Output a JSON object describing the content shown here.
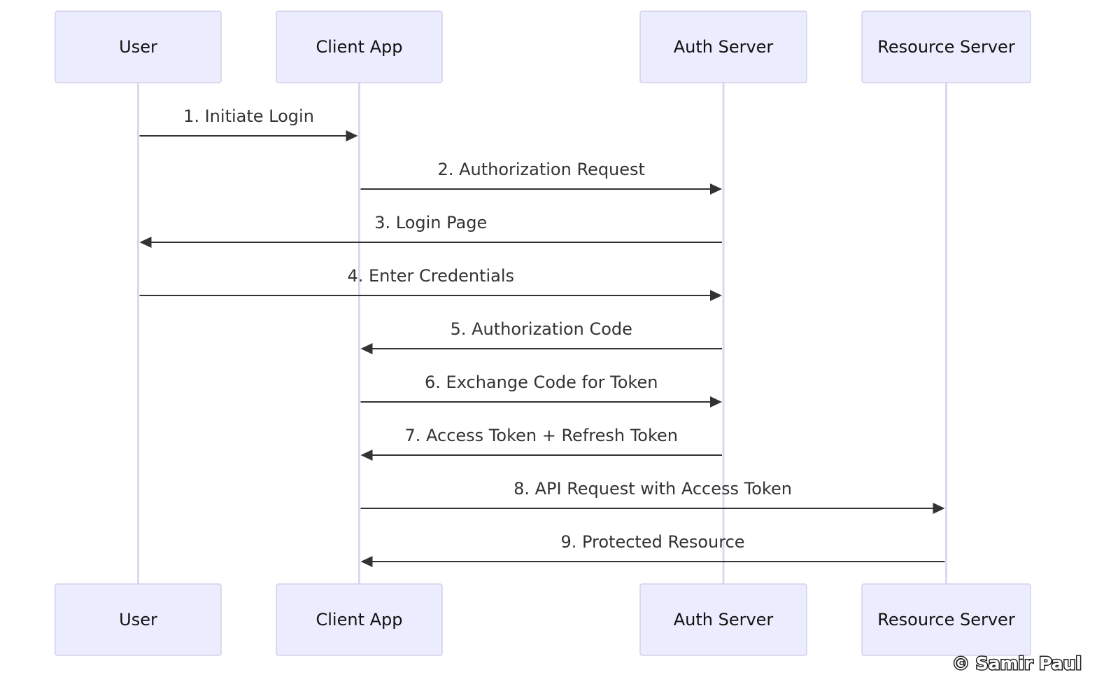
{
  "participants": [
    {
      "id": "user",
      "label": "User"
    },
    {
      "id": "client",
      "label": "Client App"
    },
    {
      "id": "auth",
      "label": "Auth Server"
    },
    {
      "id": "resource",
      "label": "Resource Server"
    }
  ],
  "messages": [
    {
      "from": "user",
      "to": "client",
      "label": "1. Initiate Login"
    },
    {
      "from": "client",
      "to": "auth",
      "label": "2. Authorization Request"
    },
    {
      "from": "auth",
      "to": "user",
      "label": "3. Login Page"
    },
    {
      "from": "user",
      "to": "auth",
      "label": "4. Enter Credentials"
    },
    {
      "from": "auth",
      "to": "client",
      "label": "5. Authorization Code"
    },
    {
      "from": "client",
      "to": "auth",
      "label": "6. Exchange Code for Token"
    },
    {
      "from": "auth",
      "to": "client",
      "label": "7. Access Token + Refresh Token"
    },
    {
      "from": "client",
      "to": "resource",
      "label": "8. API Request with Access Token"
    },
    {
      "from": "resource",
      "to": "client",
      "label": "9. Protected Resource"
    }
  ],
  "watermark": "© Samir Paul",
  "colors": {
    "actor_fill": "#ececff",
    "actor_border": "#d3d0ec",
    "lifeline": "#dcd8ee",
    "message": "#333333"
  }
}
